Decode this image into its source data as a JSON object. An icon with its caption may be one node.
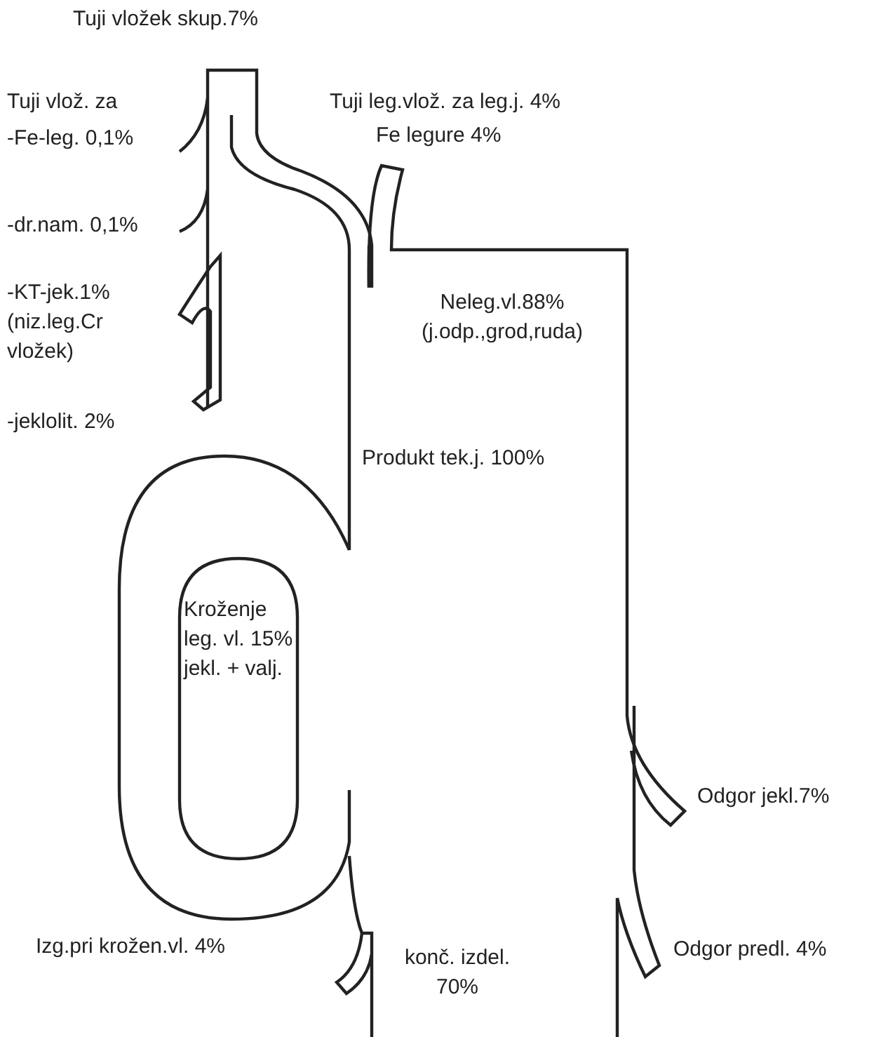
{
  "diagram": {
    "labels": [
      "Tuji vložek skup.7%",
      "Tuji vlož. za",
      "Tuji leg.vlož. za leg.j. 4%",
      "-Fe-leg. 0,1%",
      "Fe legure 4%",
      "-dr.nam. 0,1%",
      "-KT-jek.1% (niz.leg.Cr vložek)",
      "Neleg.vl.88% (j.odp.,grod,ruda)",
      "-jeklolit. 2%",
      "Produkt tek.j. 100%",
      "Kroženje leg. vl. 15% jekl. + valj.",
      "Odgor jekl.7%",
      "Izg.pri krožen.vl. 4%",
      "konč. izdel. 70%",
      "Odgor predl. 4%"
    ]
  }
}
